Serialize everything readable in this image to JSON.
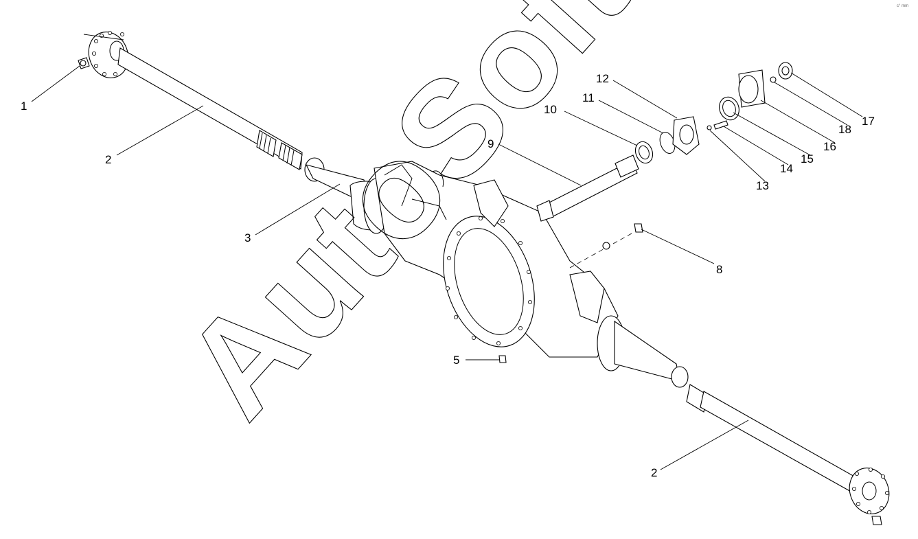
{
  "watermark": "AutoSoft",
  "corner_mark": "c° mm",
  "callouts": [
    {
      "id": "c1",
      "label": "1"
    },
    {
      "id": "c2a",
      "label": "2"
    },
    {
      "id": "c2b",
      "label": "2"
    },
    {
      "id": "c3",
      "label": "3"
    },
    {
      "id": "c5",
      "label": "5"
    },
    {
      "id": "c8",
      "label": "8"
    },
    {
      "id": "c9",
      "label": "9"
    },
    {
      "id": "c10",
      "label": "10"
    },
    {
      "id": "c11",
      "label": "11"
    },
    {
      "id": "c12",
      "label": "12"
    },
    {
      "id": "c13",
      "label": "13"
    },
    {
      "id": "c14",
      "label": "14"
    },
    {
      "id": "c15",
      "label": "15"
    },
    {
      "id": "c16",
      "label": "16"
    },
    {
      "id": "c17",
      "label": "17"
    },
    {
      "id": "c18",
      "label": "18"
    }
  ]
}
